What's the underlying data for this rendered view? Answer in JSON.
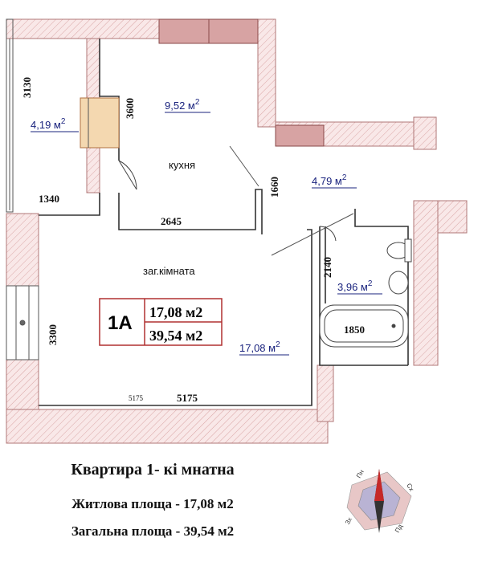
{
  "unit": {
    "code": "1А",
    "living_area": "17,08 м2",
    "total_area": "39,54 м2"
  },
  "rooms": {
    "balcony": {
      "area": "4,19 м",
      "sup": "2"
    },
    "kitchen": {
      "label": "кухня",
      "area": "9,52 м",
      "sup": "2"
    },
    "hall": {
      "area": "4,79 м",
      "sup": "2"
    },
    "living": {
      "label": "заг.кімната",
      "area": "17,08 м",
      "sup": "2"
    },
    "bath": {
      "area": "3,96 м",
      "sup": "2"
    }
  },
  "dimensions": {
    "d3130": "3130",
    "d1340": "1340",
    "d3600": "3600",
    "d2645": "2645",
    "d1660": "1660",
    "d2140": "2140",
    "d3300": "3300",
    "d1850": "1850",
    "d5175_small": "5175",
    "d5175": "5175"
  },
  "caption": {
    "title": "Квартира 1- кі мнатна",
    "living_line": "Житлова площа - 17,08 м2",
    "total_line": "Загальна площа  - 39,54 м2"
  },
  "compass": {
    "labels": [
      "Пн",
      "Сх",
      "Пд",
      "Зх"
    ]
  },
  "colors": {
    "wall_fill": "#f7e4e4",
    "wall_stroke": "#c48a8a",
    "kitchen_cabinet": "#d7a3a3",
    "area_text": "#1a237e",
    "infobox_border": "#b03030"
  }
}
